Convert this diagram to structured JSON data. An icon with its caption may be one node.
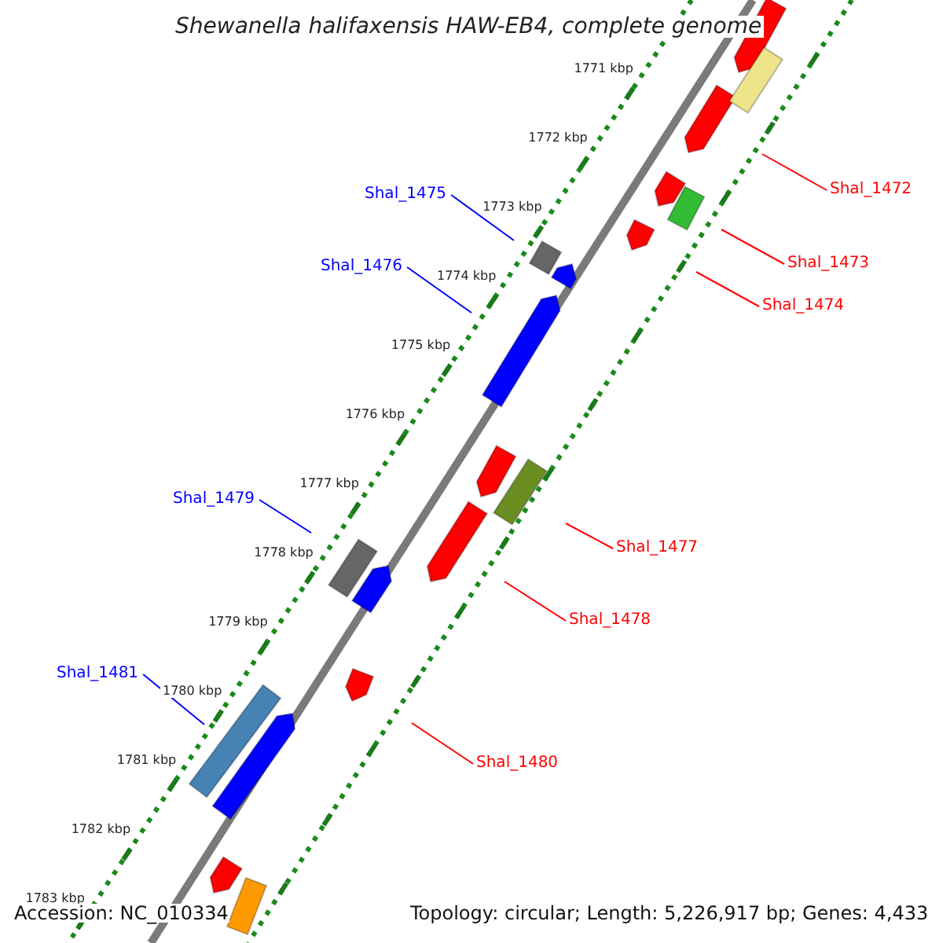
{
  "diagram": {
    "title": "Shewanella halifaxensis HAW-EB4, complete genome",
    "nodes": [
      {
        "text": [
          "Shal_1472"
        ]
      },
      {
        "text": [
          "Shal_1475"
        ]
      },
      {
        "text": [
          "Shal_1473"
        ]
      },
      {
        "text": [
          "Shal_1476"
        ]
      },
      {
        "text": [
          "Shal_1474"
        ]
      },
      {
        "text": [
          "Shal_1479"
        ]
      },
      {
        "text": [
          "Shal_1477"
        ]
      },
      {
        "text": [
          "Shal_1478"
        ]
      },
      {
        "text": [
          "Shal_1481"
        ]
      },
      {
        "text": [
          "Shal_1480"
        ]
      }
    ],
    "edges": [
      {
        "from": 0,
        "to": null,
        "arrow": "none"
      },
      {
        "from": 1,
        "to": null,
        "arrow": "none",
        "color": "#0000ff"
      },
      {
        "from": 2,
        "to": null,
        "arrow": "none"
      },
      {
        "from": 3,
        "to": null,
        "arrow": "none",
        "color": "#0000ff"
      },
      {
        "from": 4,
        "to": null,
        "arrow": "none"
      },
      {
        "from": 5,
        "to": null,
        "arrow": "none",
        "color": "#0000ff"
      },
      {
        "from": 6,
        "to": null,
        "arrow": "none"
      },
      {
        "from": 7,
        "to": null,
        "arrow": "none"
      },
      {
        "from": 8,
        "to": null,
        "arrow": "none",
        "color": "#0000ff"
      },
      {
        "from": 9,
        "to": null,
        "arrow": "none"
      }
    ],
    "labels": [
      "1771 kbp",
      "1772 kbp",
      "1773 kbp",
      "1774 kbp",
      "1775 kbp",
      "1776 kbp",
      "1777 kbp",
      "1778 kbp",
      "1779 kbp",
      "1780 kbp",
      "1781 kbp",
      "1782 kbp",
      "1783 kbp",
      "Accession: NC_010334",
      "Topology: circular; Length: 5,226,917 bp; Genes: 4,433"
    ]
  }
}
